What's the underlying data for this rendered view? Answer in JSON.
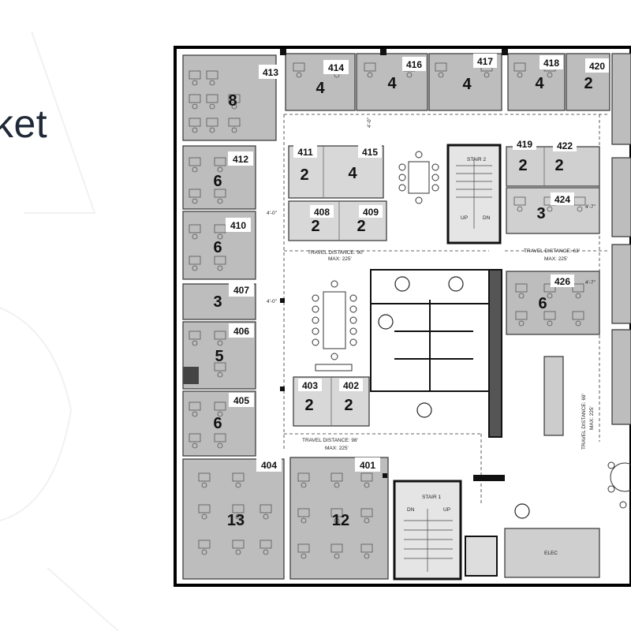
{
  "header": {
    "title_fragment": "ket"
  },
  "rooms": [
    {
      "label": "413",
      "count": "8"
    },
    {
      "label": "414",
      "count": "4"
    },
    {
      "label": "416",
      "count": "4"
    },
    {
      "label": "417",
      "count": "4"
    },
    {
      "label": "418",
      "count": "4"
    },
    {
      "label": "420",
      "count": "2"
    },
    {
      "label": "412",
      "count": "6"
    },
    {
      "label": "410",
      "count": "6"
    },
    {
      "label": "407",
      "count": "3"
    },
    {
      "label": "406",
      "count": "5"
    },
    {
      "label": "405",
      "count": "6"
    },
    {
      "label": "404",
      "count": "13"
    },
    {
      "label": "401",
      "count": "12"
    },
    {
      "label": "411",
      "count": "2"
    },
    {
      "label": "415",
      "count": "4"
    },
    {
      "label": "408",
      "count": "2"
    },
    {
      "label": "409",
      "count": "2"
    },
    {
      "label": "419",
      "count": "2"
    },
    {
      "label": "422",
      "count": "2"
    },
    {
      "label": "424",
      "count": "3"
    },
    {
      "label": "426",
      "count": "6"
    },
    {
      "label": "403",
      "count": "2"
    },
    {
      "label": "402",
      "count": "2"
    }
  ],
  "annotations": {
    "travel_top_left": "TRAVEL DISTANCE: 90'",
    "travel_top_left_max": "MAX: 225'",
    "travel_top_right": "TRAVEL DISTANCE: 63'",
    "travel_top_right_max": "MAX: 225'",
    "travel_bottom": "TRAVEL DISTANCE: 98'",
    "travel_bottom_max": "MAX: 225'",
    "travel_right_vertical": "TRAVEL DISTANCE: 69'",
    "travel_right_vertical_max": "MAX: 225'",
    "stair_top": "STAIR 2",
    "stair_bottom": "STAIR 1",
    "elec": "ELEC",
    "up": "UP",
    "dn": "DN",
    "dim_1": "4'-0\"",
    "dim_2": "4'-0\"",
    "dim_3": "4'-0\"",
    "dim_4": "4'-7\"",
    "dim_5": "4'-7\""
  }
}
